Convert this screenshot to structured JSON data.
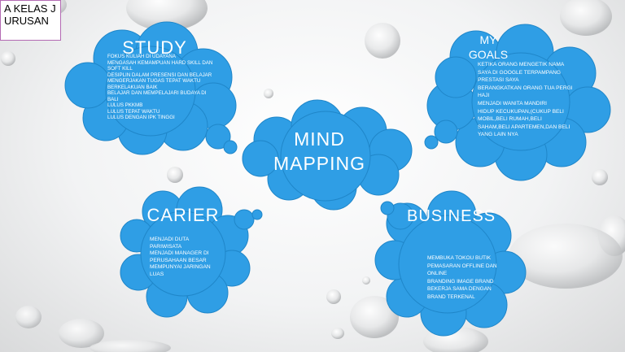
{
  "corner_box": {
    "text": "A KELAS JURUSAN"
  },
  "nodes": {
    "study": {
      "title": "STUDY",
      "items": [
        "FOKUS KULIAH DI UDAYANA",
        "MENGASAH KEMAMPUAN HARD SKILL DAN SOFT KILL",
        "DESIPLIN DALAM PRESENSI DAN BELAJAR",
        "MENGERJAKAN TUGAS TEPAT WAKTU BERKELAKUAN BAIK",
        "BELAJAR DAN MEMPELAJARI BUDAYA DI BALI",
        "LULUS PKKMB",
        "LULUS TEPAT WAKTU",
        "LULUS DENGAN IPK TINGGI"
      ]
    },
    "goals": {
      "title": "MY GOALS",
      "items": [
        "KETIKA ORANG MENGETIK NAMA SAYA DI GOOGLE TERPAMPANG PRESTASI SAYA",
        "BERANGKATKAN ORANG TUA PERGI HAJI",
        "MENJADI WANITA MANDIRI",
        "HIDUP KECUKUPAN,(CUKUP BELI MOBIL,BELI RUMAH,BELI SAHAM,BELI APARTEMEN,DAN BELI YANG LAIN NYA"
      ]
    },
    "center": {
      "title": "MIND MAPPING"
    },
    "career": {
      "title": "CARIER",
      "items": [
        "MENJADI DUTA PARIWISATA",
        "MENJADI MANAGER DI PERUSAHAAN BESAR",
        "MEMPUNYAI JARINGAN LUAS"
      ]
    },
    "business": {
      "title": "BUSINESS",
      "items": [
        "MEMBUKA TOKOU BUTIK",
        "PEMASARAN OFFLINE DAN ONLINE",
        "BRANDING IMAGE BRAND",
        "BEKERJA SAMA DENGAN BRAND TERKENAL"
      ]
    }
  },
  "colors": {
    "cloud": "#2f9ee5",
    "cloud_stroke": "#1f86c9",
    "text": "#ffffff"
  }
}
